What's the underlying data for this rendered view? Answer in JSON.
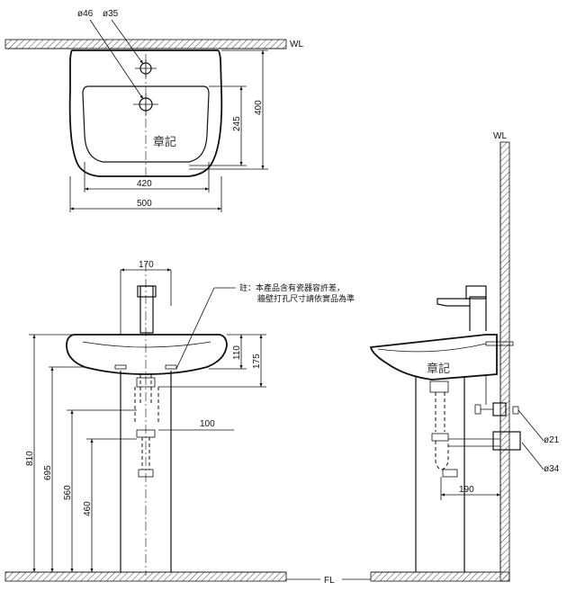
{
  "labels": {
    "wall": "WL",
    "floor": "FL",
    "brand_mark": "章記",
    "note_line1": "註：本產品含有瓷器容許差，",
    "note_line2": "牆壁打孔尺寸請依實品為準"
  },
  "top_view": {
    "hole_large": "ø46",
    "hole_small": "ø35",
    "bowl_width": "420",
    "total_width": "500",
    "bowl_depth": "245",
    "total_depth": "400"
  },
  "front_view": {
    "faucet_width": "170",
    "basin_height": "110",
    "rim_height": "175",
    "trap_offset": "100",
    "h_total": "810",
    "h_rim": "695",
    "h_trap": "560",
    "h_supply": "460"
  },
  "side_view": {
    "supply_pipe": "ø21",
    "drain_pipe": "ø34",
    "drain_projection": "190"
  }
}
